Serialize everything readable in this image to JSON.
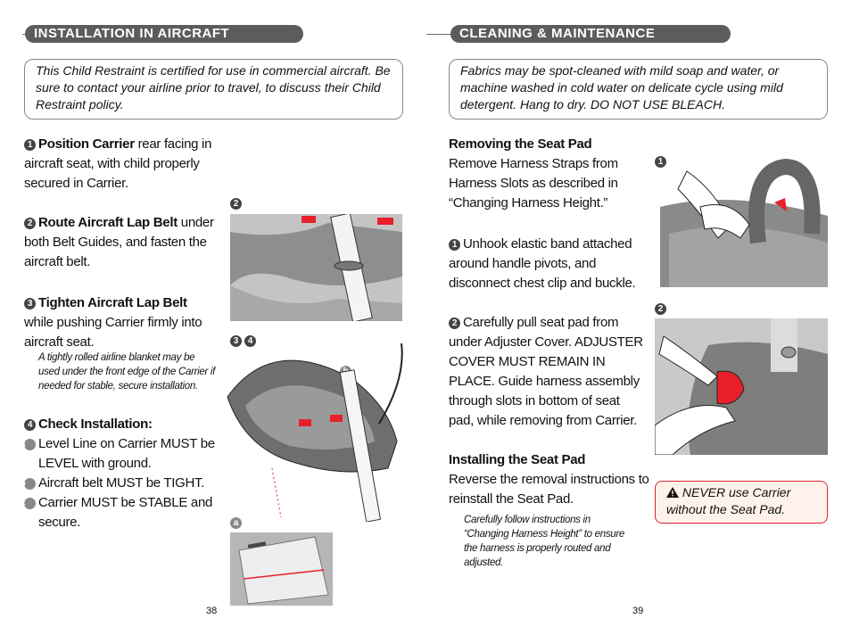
{
  "left": {
    "header": "INSTALLATION IN AIRCRAFT",
    "intro": "This Child Restraint is certified for use in commercial aircraft. Be sure to contact your airline prior to travel, to discuss their Child Restraint policy.",
    "step1_title": "Position Carrier",
    "step1_text": " rear facing in aircraft seat, with child properly secured in Carrier.",
    "step2_title": "Route Aircraft Lap Belt",
    "step2_text": " under both Belt Guides, and fasten the aircraft belt.",
    "step3_title": "Tighten Aircraft Lap Belt",
    "step3_text": " while pushing Carrier firmly into aircraft seat.",
    "step3_note": "A tightly rolled airline blanket may be used under the front edge of the Carrier if needed for stable, secure installation.",
    "step4_title": "Check Installation:",
    "check_a": "Level Line on Carrier MUST be LEVEL with ground.",
    "check_b": "Aircraft belt MUST be TIGHT.",
    "check_c": "Carrier MUST be STABLE and secure.",
    "fig_label_2": "2",
    "fig_label_34": "3 4",
    "fig_label_b": "b",
    "fig_label_a": "a",
    "page_number": "38"
  },
  "right": {
    "header": "CLEANING & MAINTENANCE",
    "intro": "Fabrics may be spot-cleaned with mild soap and water, or machine washed in cold water on delicate cycle using mild detergent. Hang to dry.  DO NOT USE BLEACH.",
    "removing_title": "Removing the Seat Pad",
    "removing_text": "Remove Harness Straps from Harness Slots as described in “Changing Harness Height.”",
    "step1_text": "Unhook elastic band attached around handle pivots, and disconnect chest clip and buckle.",
    "step2_text": "Carefully pull seat pad from under Adjuster Cover.  ADJUSTER COVER MUST REMAIN IN PLACE. Guide harness assembly through slots in bottom of seat pad, while removing from Carrier.",
    "installing_title": "Installing the Seat Pad",
    "installing_text": "Reverse the removal instructions to reinstall the Seat Pad.",
    "installing_note": "Carefully follow instructions in “Changing Harness Height” to ensure the harness is properly routed and adjusted.",
    "warning": "NEVER use Carrier without the Seat Pad.",
    "fig_label_1": "1",
    "fig_label_2": "2",
    "page_number": "39"
  },
  "colors": {
    "header_bg": "#5c5c5c",
    "warning_border": "#dd2233",
    "accent_red": "#e8202a"
  }
}
